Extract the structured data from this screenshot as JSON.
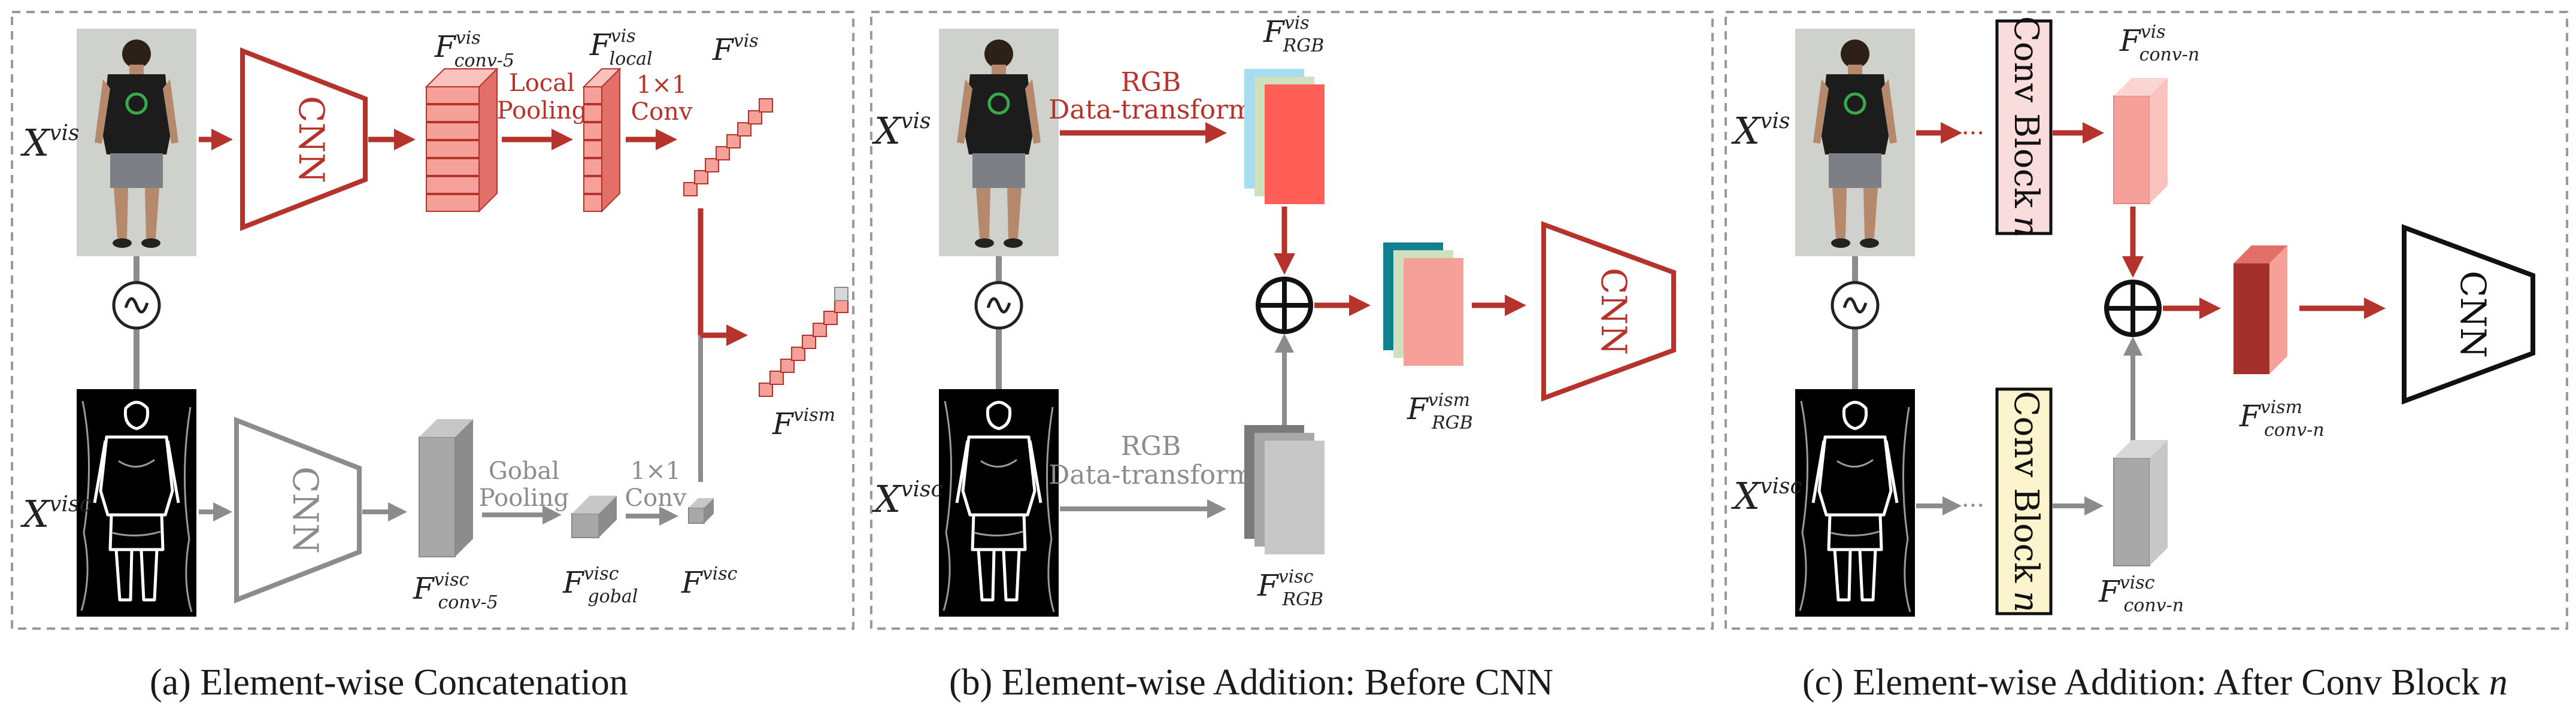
{
  "colors": {
    "vis": "#b5332a",
    "visc": "#8c8c8c",
    "dash": "#9a9a9a",
    "pink": "#f6a09a",
    "pink_dark": "#e36f69",
    "dark_red": "#a3302a",
    "gray_block": "#a8a8a8",
    "gray_light": "#c7c7c7",
    "cyan": "#a8dcf0",
    "beige": "#cfe0bf",
    "teal": "#10828f",
    "red_bright": "#ff5f57",
    "conv_pink_fill": "#f9dcdc",
    "conv_yellow_fill": "#fbf4cc"
  },
  "panels": {
    "a": {
      "caption": "(a)  Element-wise Concatenation",
      "cnn_label_top": "CNN",
      "cnn_label_bottom": "CNN",
      "local_pooling": [
        "Local",
        "Pooling"
      ],
      "conv_top": [
        "1×1",
        "Conv"
      ],
      "global_pooling": [
        "Gobal",
        "Pooling"
      ],
      "conv_bottom": [
        "1×1",
        "Conv"
      ]
    },
    "b": {
      "caption": "(b) Element-wise Addition: Before CNN",
      "rgb_top": [
        "RGB",
        "Data-transform"
      ],
      "rgb_bottom": [
        "RGB",
        "Data-transform"
      ],
      "cnn_label": "CNN"
    },
    "c": {
      "caption_text": "(c) Element-wise Addition: After Conv Block ",
      "caption_italic": "n",
      "conv_block_top": "Conv Block",
      "conv_block_bottom": "Conv Block",
      "conv_block_n": "n",
      "dots": "···",
      "cnn_label": "CNN"
    }
  },
  "math": {
    "x": "X",
    "vis": "vis",
    "visc": "visc",
    "f": "F",
    "vism": "vism",
    "conv5": "conv-5",
    "local": "local",
    "gobal": "gobal",
    "rgb": "RGB",
    "conv_n": "conv-n"
  }
}
